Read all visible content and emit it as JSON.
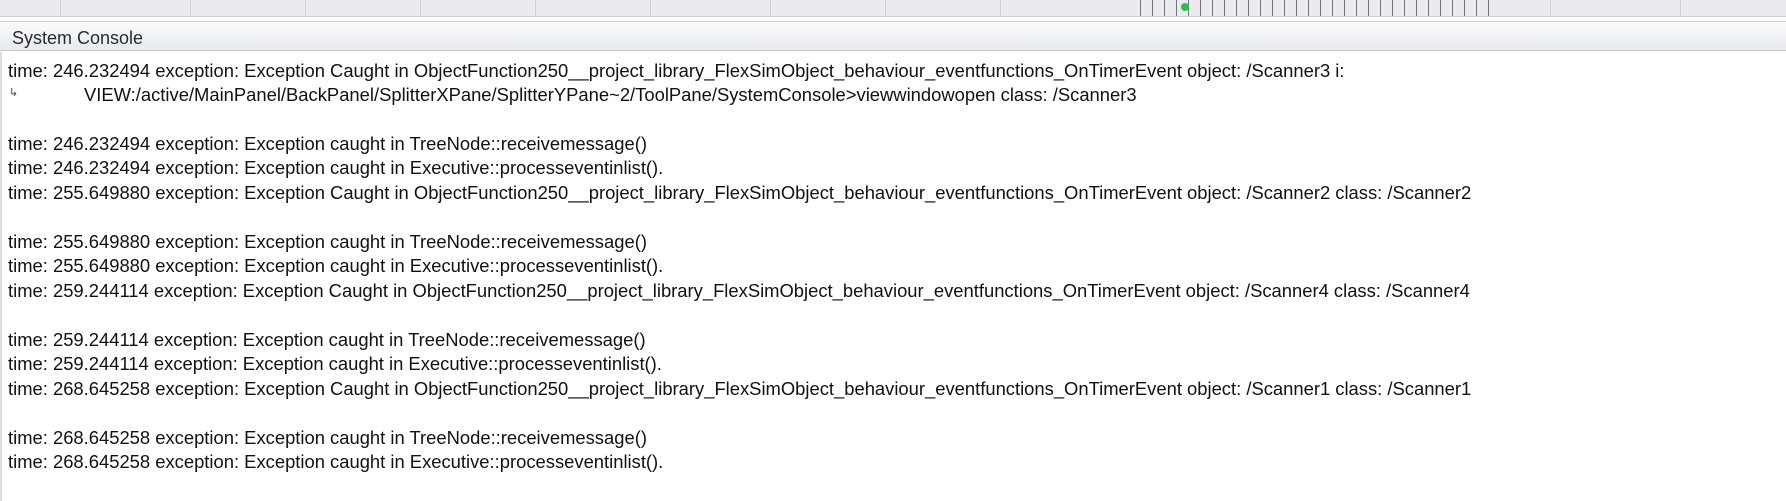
{
  "console": {
    "title": "System Console",
    "wrap_icon": "wrap-arrow-icon",
    "lines": [
      "time: 246.232494 exception: Exception Caught in ObjectFunction250__project_library_FlexSimObject_behaviour_eventfunctions_OnTimerEvent object: /Scanner3 i:",
      "VIEW:/active/MainPanel/BackPanel/SplitterXPane/SplitterYPane~2/ToolPane/SystemConsole>viewwindowopen class: /Scanner3",
      "time: 246.232494 exception: Exception caught in TreeNode::receivemessage()",
      "time: 246.232494 exception: Exception caught in Executive::processeventinlist().",
      "time: 255.649880 exception: Exception Caught in ObjectFunction250__project_library_FlexSimObject_behaviour_eventfunctions_OnTimerEvent object: /Scanner2 class: /Scanner2",
      "time: 255.649880 exception: Exception caught in TreeNode::receivemessage()",
      "time: 255.649880 exception: Exception caught in Executive::processeventinlist().",
      "time: 259.244114 exception: Exception Caught in ObjectFunction250__project_library_FlexSimObject_behaviour_eventfunctions_OnTimerEvent object: /Scanner4 class: /Scanner4",
      "time: 259.244114 exception: Exception caught in TreeNode::receivemessage()",
      "time: 259.244114 exception: Exception caught in Executive::processeventinlist().",
      "time: 268.645258 exception: Exception Caught in ObjectFunction250__project_library_FlexSimObject_behaviour_eventfunctions_OnTimerEvent object: /Scanner1 class: /Scanner1",
      "time: 268.645258 exception: Exception caught in TreeNode::receivemessage()",
      "time: 268.645258 exception: Exception caught in Executive::processeventinlist()."
    ]
  }
}
